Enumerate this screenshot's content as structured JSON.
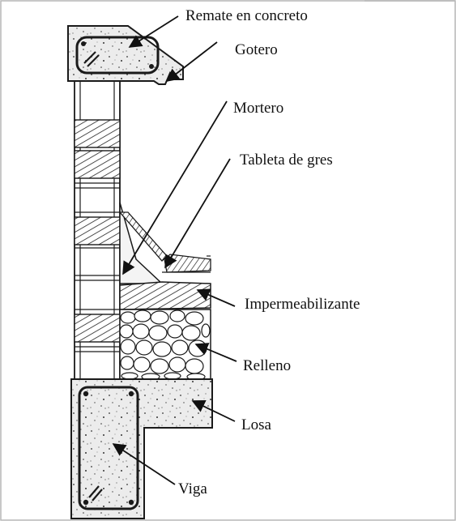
{
  "diagram": {
    "labels": {
      "remate": "Remate en concreto",
      "gotero": "Gotero",
      "mortero": "Mortero",
      "tableta": "Tableta de gres",
      "impermeabilizante": "Impermeabilizante",
      "relleno": "Relleno",
      "losa": "Losa",
      "viga": "Viga"
    },
    "colors": {
      "line": "#1a1a1a",
      "frame": "#b5b5b5",
      "concrete": "#ececec",
      "background": "#ffffff"
    }
  }
}
